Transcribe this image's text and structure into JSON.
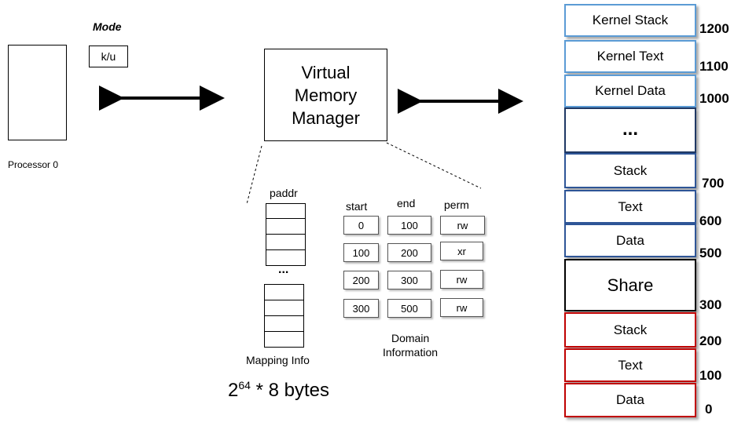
{
  "processor": {
    "label": "Processor 0",
    "mode_label": "Mode",
    "mode_value": "k/u"
  },
  "vmm": {
    "line1": "Virtual",
    "line2": "Memory",
    "line3": "Manager"
  },
  "mapping": {
    "header": "paddr",
    "ellipsis": "...",
    "caption": "Mapping Info",
    "size_base": "2",
    "size_exp": "64",
    "size_rest": " * 8 bytes"
  },
  "domain": {
    "headers": {
      "start": "start",
      "end": "end",
      "perm": "perm"
    },
    "rows": [
      {
        "start": "0",
        "end": "100",
        "perm": "rw"
      },
      {
        "start": "100",
        "end": "200",
        "perm": "xr"
      },
      {
        "start": "200",
        "end": "300",
        "perm": "rw"
      },
      {
        "start": "300",
        "end": "500",
        "perm": "rw"
      }
    ],
    "caption_line1": "Domain",
    "caption_line2": "Information"
  },
  "memory": {
    "segments": [
      {
        "label": "Kernel Stack",
        "color": "#5b9bd5"
      },
      {
        "label": "Kernel Text",
        "color": "#5b9bd5"
      },
      {
        "label": "Kernel Data",
        "color": "#5b9bd5"
      },
      {
        "label": "...",
        "color": "#1f3864"
      },
      {
        "label": "Stack",
        "color": "#2e5597"
      },
      {
        "label": "Text",
        "color": "#2e5597"
      },
      {
        "label": "Data",
        "color": "#2e5597"
      },
      {
        "label": "Share",
        "color": "#000000"
      },
      {
        "label": "Stack",
        "color": "#c00000"
      },
      {
        "label": "Text",
        "color": "#c00000"
      },
      {
        "label": "Data",
        "color": "#c00000"
      }
    ],
    "addresses": [
      "1200",
      "1100",
      "1000",
      "700",
      "600",
      "500",
      "300",
      "200",
      "100",
      "0"
    ]
  }
}
